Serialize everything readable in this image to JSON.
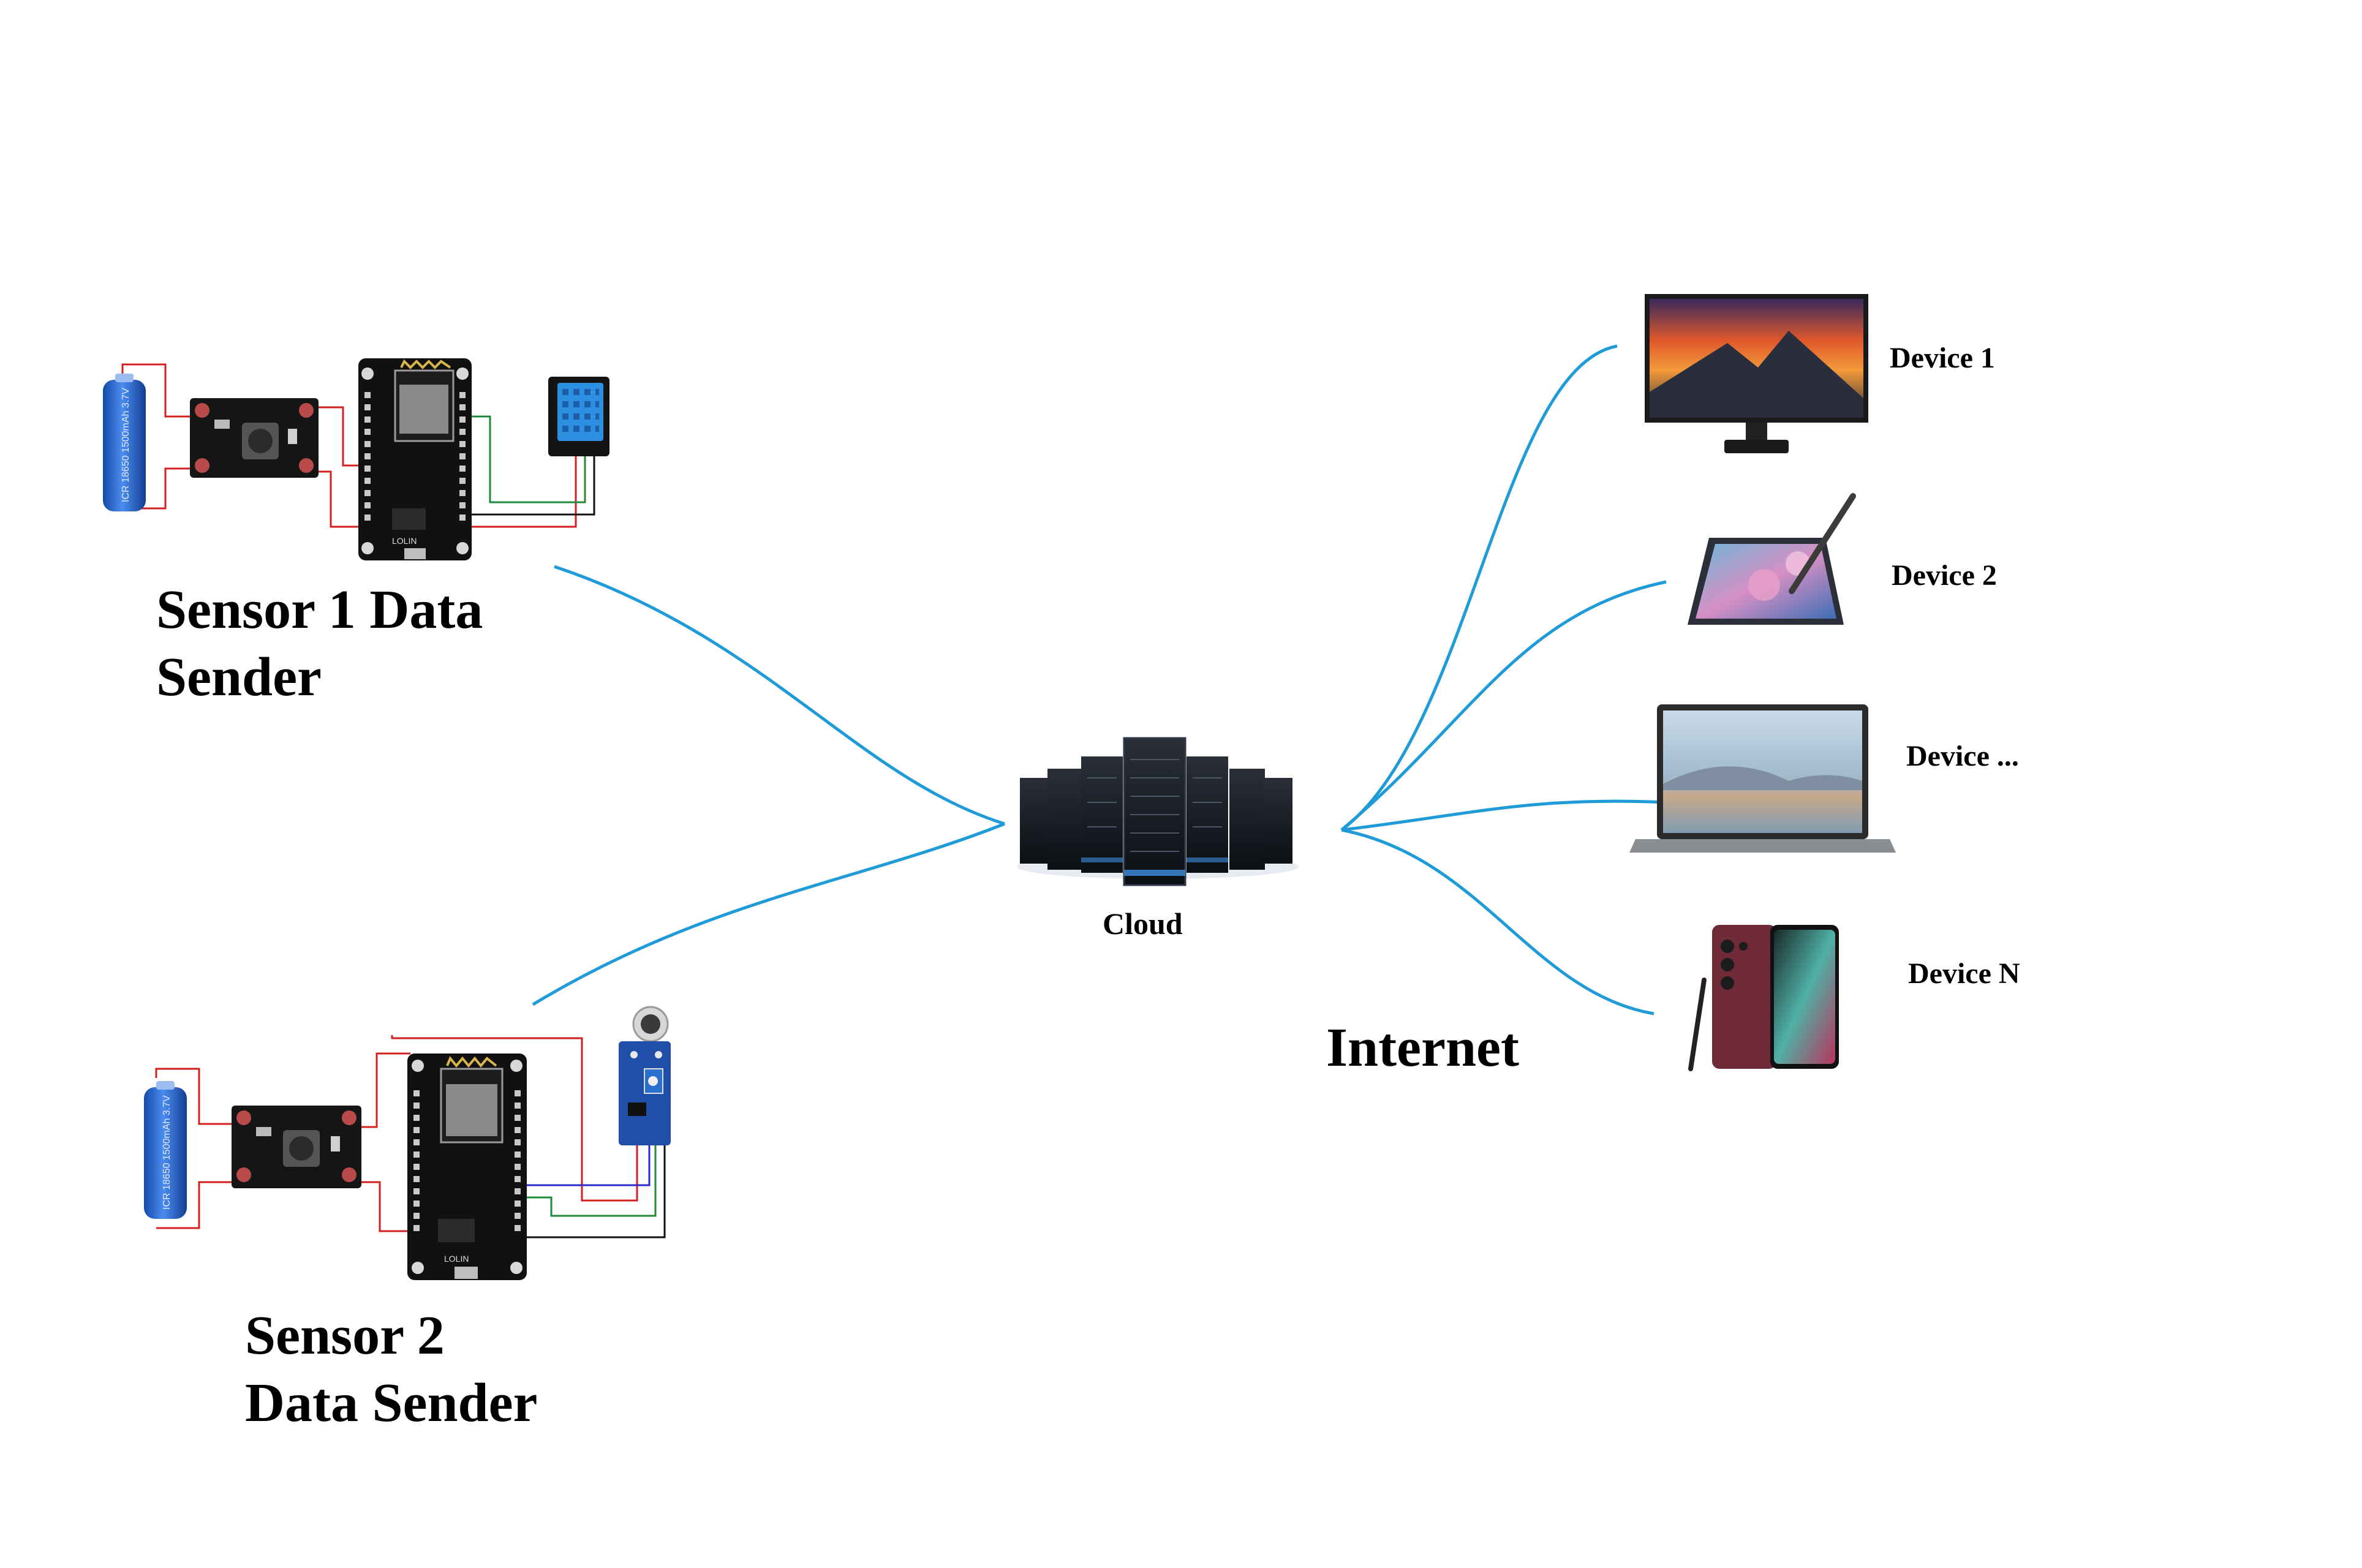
{
  "labels": {
    "sensor1_line1": "Sensor 1 Data",
    "sensor1_line2": "Sender",
    "sensor2_line1": "Sensor 2",
    "sensor2_line2": "Data Sender",
    "cloud": "Cloud",
    "internet": "Internet",
    "device1": "Device 1",
    "device2": "Device 2",
    "device3": "Device ...",
    "device4": "Device N"
  },
  "component_text": {
    "battery": "ICR 18650 1500mAh 3.7V",
    "nodemcu": "LOLIN"
  },
  "colors": {
    "connection_line": "#1f9bd7",
    "wire_red": "#d21f1f",
    "wire_green": "#1f8a3a",
    "wire_blue": "#2a2ad0",
    "wire_black": "#111111",
    "battery": "#1e63d6",
    "board": "#111111",
    "dht_sensor": "#2d8fe0",
    "mic_module": "#1f4fa8"
  },
  "icons": [
    "battery-icon",
    "boost-converter-icon",
    "nodemcu-board-icon",
    "dht-sensor-icon",
    "microphone-module-icon",
    "server-rack-icon",
    "monitor-icon",
    "tablet-icon",
    "laptop-icon",
    "smartphone-icon"
  ]
}
